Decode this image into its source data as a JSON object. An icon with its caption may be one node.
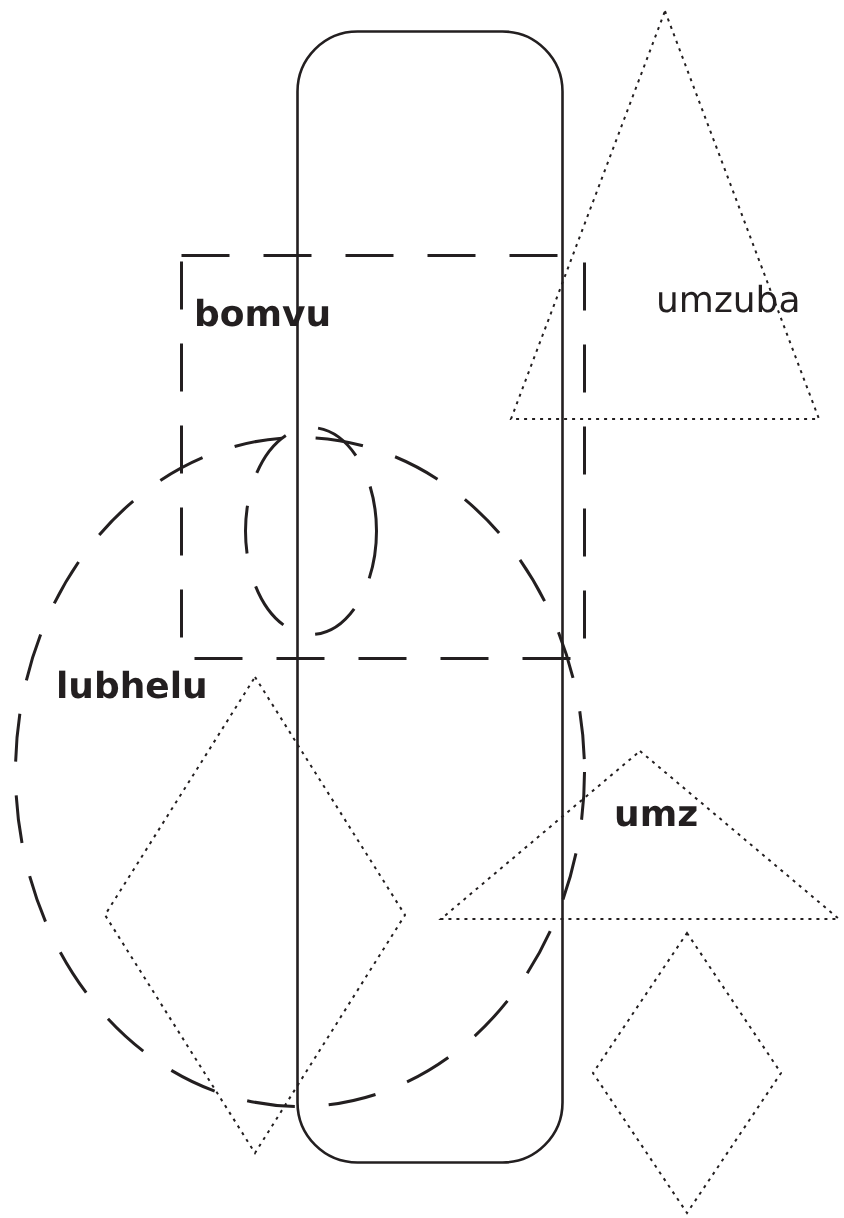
{
  "diagram": {
    "nodes": [
      {
        "text": [],
        "shape": "box"
      },
      {
        "text": [
          "umzuba"
        ]
      },
      {
        "text": [
          "bomvu"
        ]
      },
      {
        "text": [
          "lubhelu"
        ]
      },
      {
        "text": [],
        "shape": "circle"
      },
      {
        "text": [],
        "shape": "diamond"
      },
      {
        "text": [
          "umz"
        ]
      },
      {
        "text": [],
        "shape": "diamond"
      }
    ]
  }
}
